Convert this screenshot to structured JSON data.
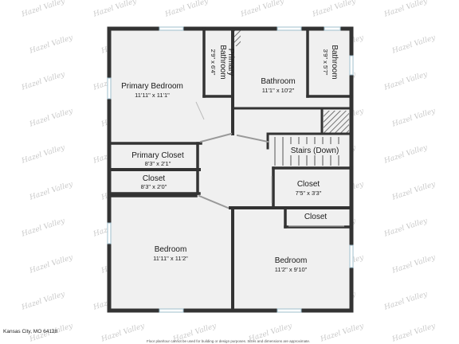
{
  "watermark": "Hazel Valley",
  "rooms": {
    "primary_bedroom": {
      "name": "Primary Bedroom",
      "dims": "11'11\" x 11'1\""
    },
    "primary_bathroom": {
      "name_line1": "Primary",
      "name_line2": "Bathroom",
      "dims": "2'9\" x 6'4\""
    },
    "bathroom_center": {
      "name": "Bathroom",
      "dims": "11'1\" x 10'2\""
    },
    "bathroom_small": {
      "name": "Bathroom",
      "dims": "3'9\" x 5'7\""
    },
    "primary_closet": {
      "name": "Primary Closet",
      "dims": "8'3\" x 2'1\""
    },
    "closet_left": {
      "name": "Closet",
      "dims": "8'3\" x 2'0\""
    },
    "stairs": {
      "name": "Stairs (Down)"
    },
    "closet_right": {
      "name": "Closet",
      "dims": "7'5\" x 3'3\""
    },
    "closet_small": {
      "name": "Closet"
    },
    "bedroom_left": {
      "name": "Bedroom",
      "dims": "11'11\" x 11'2\""
    },
    "bedroom_right": {
      "name": "Bedroom",
      "dims": "11'2\" x 9'10\""
    }
  },
  "footer": {
    "location": "Kansas City, MO 64128",
    "disclaimer": "Floor plan/tour cannot be used for building or design purposes. Sizes and dimensions are approximate."
  },
  "colors": {
    "wall": "#333333",
    "floor": "#f0f0f0",
    "window": "#a9c7d6",
    "hatch": "#555555"
  }
}
